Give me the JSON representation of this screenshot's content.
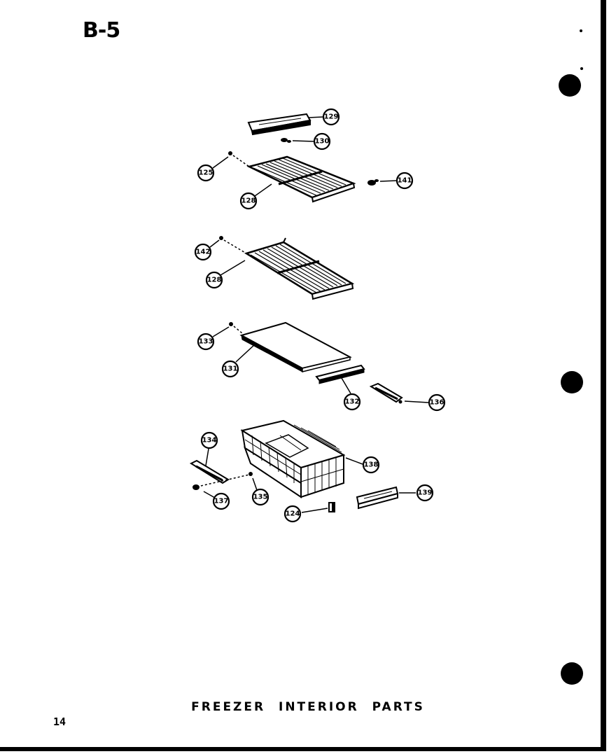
{
  "page": {
    "section_code": "B-5",
    "title": "FREEZER INTERIOR PARTS",
    "page_number": "14"
  },
  "callouts": [
    {
      "id": "c129",
      "label": "129"
    },
    {
      "id": "c130",
      "label": "130"
    },
    {
      "id": "c125",
      "label": "125"
    },
    {
      "id": "c141",
      "label": "141"
    },
    {
      "id": "c128a",
      "label": "128"
    },
    {
      "id": "c142",
      "label": "142"
    },
    {
      "id": "c128b",
      "label": "128"
    },
    {
      "id": "c133",
      "label": "133"
    },
    {
      "id": "c131",
      "label": "131"
    },
    {
      "id": "c132",
      "label": "132"
    },
    {
      "id": "c136",
      "label": "136"
    },
    {
      "id": "c134",
      "label": "134"
    },
    {
      "id": "c138",
      "label": "138"
    },
    {
      "id": "c137",
      "label": "137"
    },
    {
      "id": "c135",
      "label": "135"
    },
    {
      "id": "c139",
      "label": "139"
    },
    {
      "id": "c124",
      "label": "124"
    }
  ]
}
